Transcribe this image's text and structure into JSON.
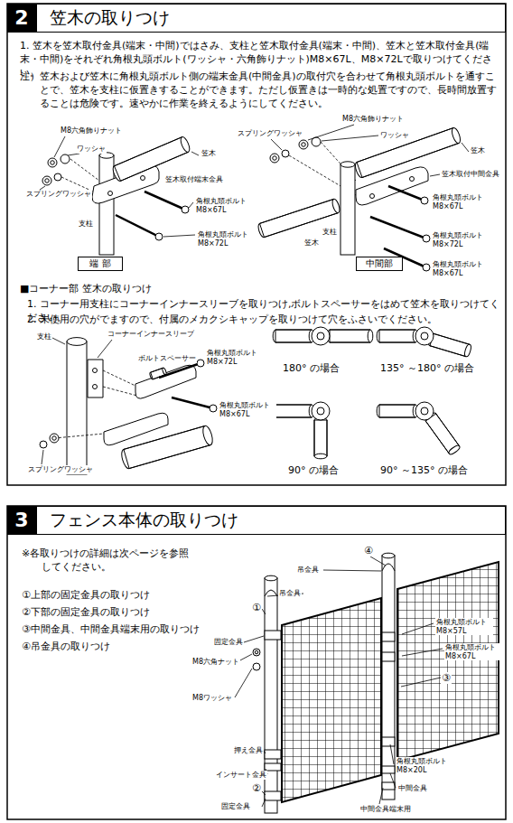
{
  "diagram": {
    "nodes": [
      {
        "text": [
          "笠木の取りつけ"
        ]
      },
      {
        "text": [
          "2"
        ],
        "in": 0
      },
      {
        "text": [
          "端 部"
        ]
      },
      {
        "text": [
          "中間部"
        ]
      },
      {
        "text": [
          "フェンス本体の取りつけ"
        ]
      },
      {
        "text": [
          "3"
        ],
        "in": 4
      }
    ],
    "labels": [
      "1. 笠木を笠木取付金具(端末・中間)ではさみ、支柱と笠木取付金具(端末・中間)、笠木と笠木取付金具(端末・中間)をそれぞれ角根丸頭ボルト(ワッシャ・六角飾りナット)M8×67L、M8×72Lで取りつけてください。",
      "注）笠木および笠木に角根丸頭ボルト側の端末金具(中間金具)の取付穴を合わせて角根丸頭ボルトを通すことで、笠木を支柱に仮置きすることができます。ただし仮置きは一時的な処置ですので、長時間放置することは危険です。速やかに作業を終えるようにしてください。",
      "M8六角飾りナット",
      "ワッシャ",
      "笠木",
      "笠木取付端末金具",
      "スプリングワッシャ",
      "角根丸頭ボルト M8×67L",
      "支柱",
      "角根丸頭ボルト M8×72L",
      "M8六角飾りナット",
      "スプリングワッシャ",
      "ワッシャ",
      "笠木",
      "笠木取付中間金具",
      "角根丸頭ボルト M8×67L",
      "支柱",
      "笠木",
      "角根丸頭ボルト M8×72L",
      "角根丸頭ボルト M8×67L",
      "■コーナー部 笠木の取りつけ",
      "1. コーナー用支柱にコーナーインナースリーブを取りつけ,ボルトスペーサーをはめて笠木を取りつけてください。",
      "2. 未使用の穴がでますので、付属のメカクシキャップを取りつけて穴をふさいでください。",
      "支柱",
      "コーナーインナースリーブ",
      "ボルトスペーサー",
      "角根丸頭ボルト M8×72L",
      "角根丸頭ボルト M8×67L",
      "スプリングワッシャ",
      "180° の場合",
      "135° ～180° の場合",
      "90° の場合",
      "90° ～135° の場合",
      "※各取りつけの詳細は次ページを参照 してください。",
      "①上部の固定金具の取りつけ",
      "②下部の固定金具の取りつけ",
      "③中間金具、中間金具端末用の取りつけ",
      "④吊金具の取りつけ",
      "④",
      "吊金具",
      "吊金具",
      "①",
      "角根丸頭ボルト M8×57L",
      "角根丸頭ボルト M8×67L",
      "固定金具",
      "M8六角ナット",
      "③",
      "M8ワッシャ",
      "押え金具",
      "角根丸頭ボルト M8×20L",
      "インサート金具",
      "中間金具",
      "②",
      "固定金具",
      "中間金具端末用"
    ]
  }
}
